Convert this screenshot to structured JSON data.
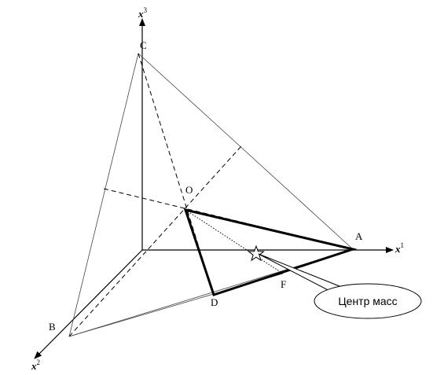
{
  "axes": {
    "x1": {
      "base": "x",
      "sup": "1"
    },
    "x2": {
      "base": "x",
      "sup": "2"
    },
    "x3": {
      "base": "x",
      "sup": "3"
    }
  },
  "points": {
    "C": "C",
    "O": "O",
    "A": "A",
    "B": "B",
    "D": "D",
    "F": "F"
  },
  "callout": {
    "text": "Центр масс"
  }
}
